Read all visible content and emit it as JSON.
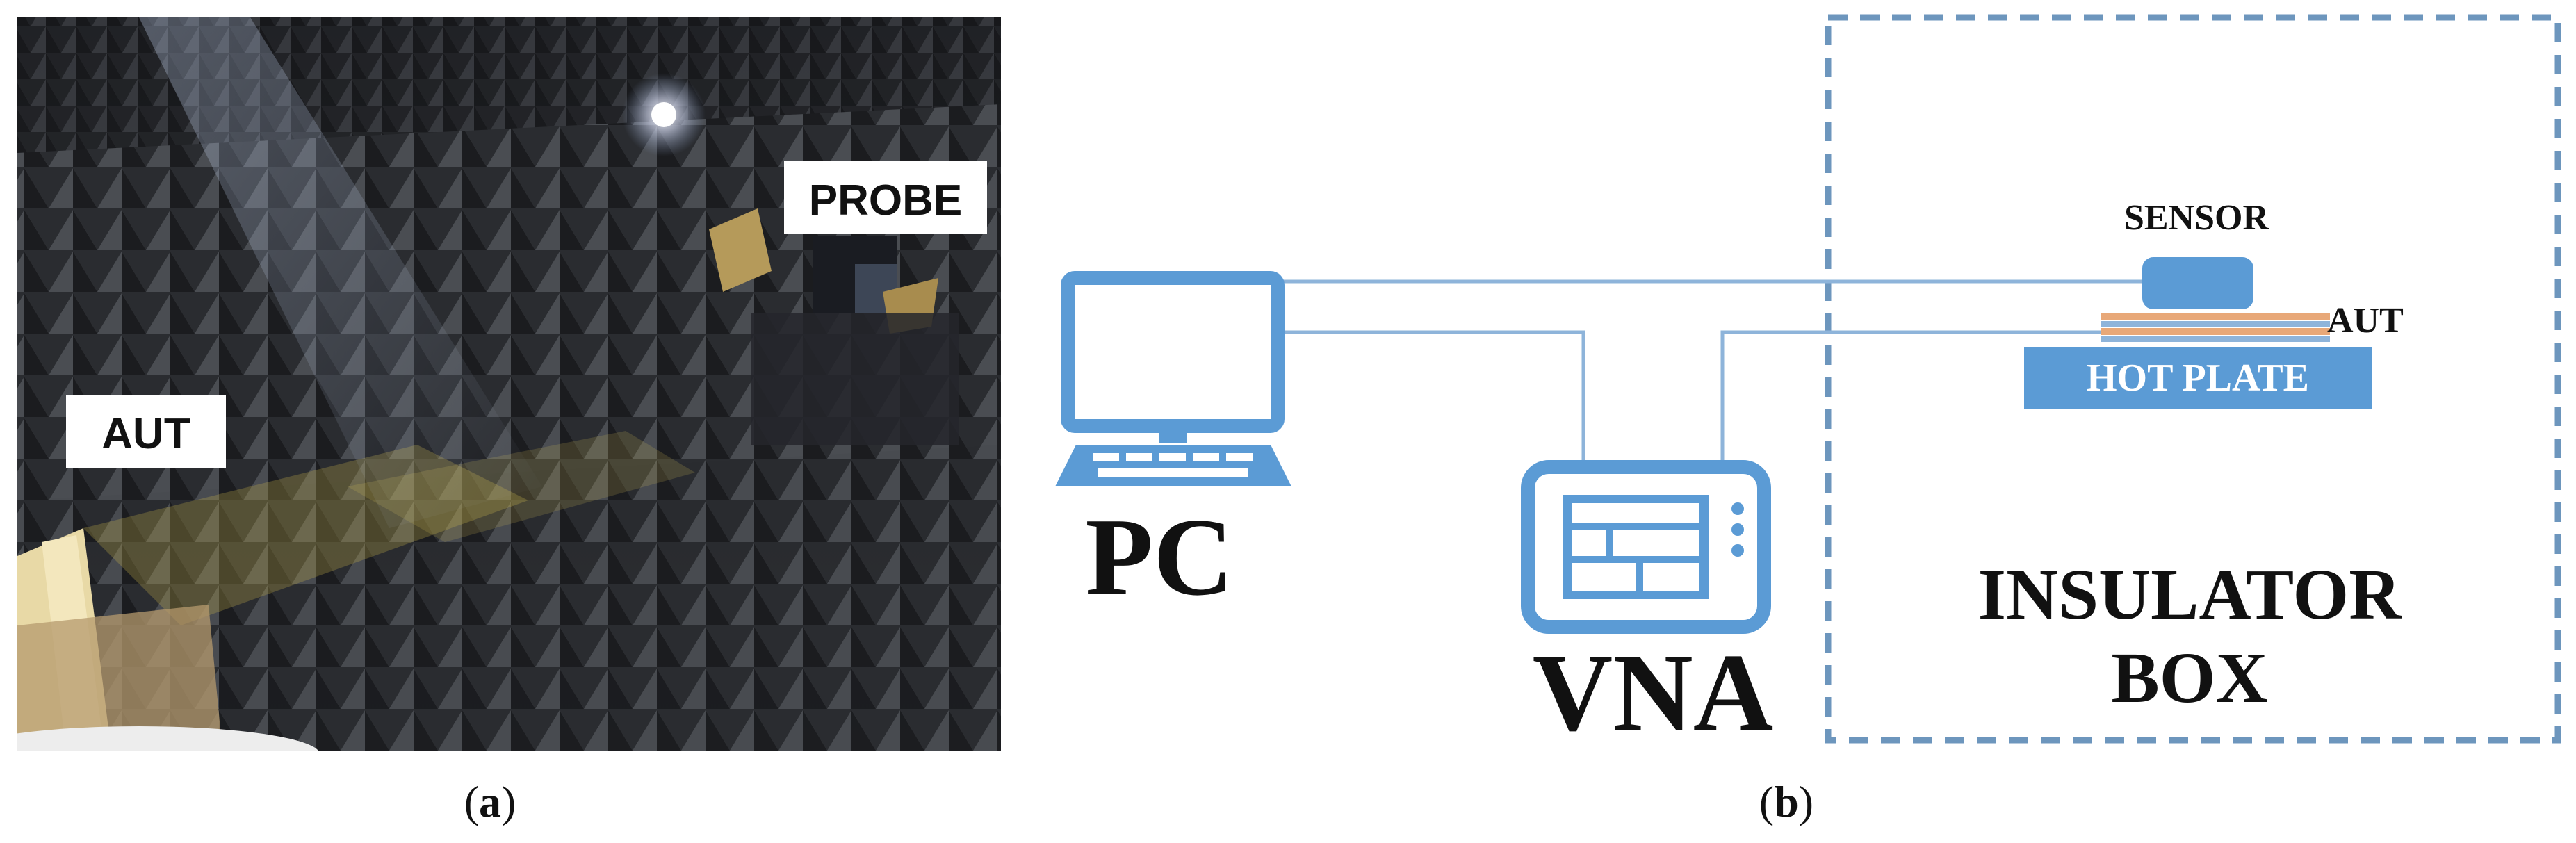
{
  "panel_a": {
    "caption_open": "(",
    "caption_letter": "a",
    "caption_close": ")",
    "label_aut": "AUT",
    "label_probe": "PROBE"
  },
  "panel_b": {
    "caption_open": "(",
    "caption_letter": "b",
    "caption_close": ")",
    "label_pc": "PC",
    "label_vna": "VNA",
    "label_sensor": "SENSOR",
    "label_aut": "AUT",
    "label_hot_plate": "HOT PLATE",
    "label_insulator_line1": "INSULATOR",
    "label_insulator_line2": "BOX"
  },
  "colors": {
    "device_blue": "#5b9bd5",
    "cable_blue": "#8eb4da",
    "box_dash": "#6d96bd",
    "plate_orange": "#e8a878",
    "text_dark": "#111111"
  }
}
